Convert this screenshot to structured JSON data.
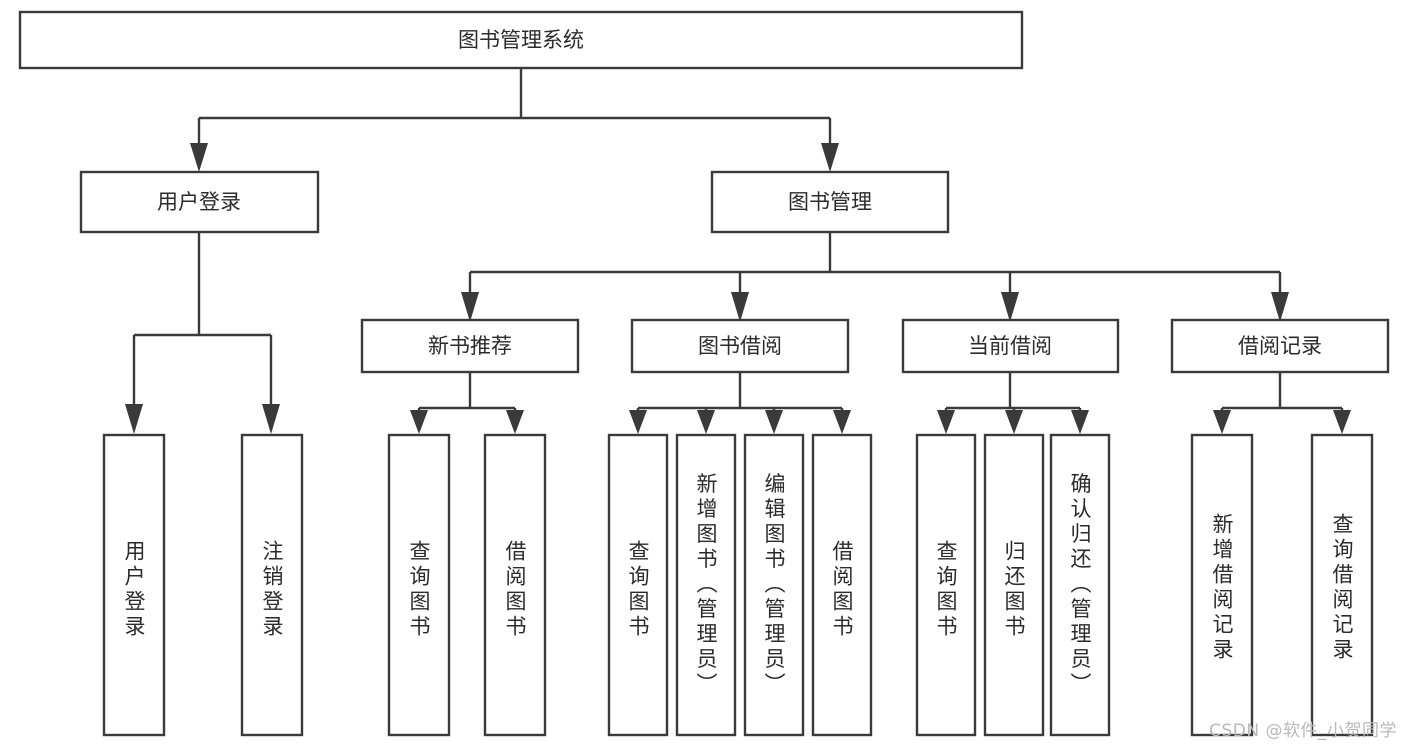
{
  "diagram": {
    "type": "tree-hierarchy",
    "title": "图书管理系统",
    "watermark": "CSDN @软件_小贺同学",
    "colors": {
      "background": "#ffffff",
      "stroke": "#3a3a3a",
      "box_fill": "#ffffff",
      "text": "#2b2b2b",
      "watermark": "#b9b9b9"
    },
    "root": {
      "label": "图书管理系统"
    },
    "level2": [
      {
        "label": "用户登录"
      },
      {
        "label": "图书管理"
      }
    ],
    "level3": [
      {
        "label": "新书推荐"
      },
      {
        "label": "图书借阅"
      },
      {
        "label": "当前借阅"
      },
      {
        "label": "借阅记录"
      }
    ],
    "leaves": {
      "user_login": [
        {
          "label": "用户登录"
        },
        {
          "label": "注销登录"
        }
      ],
      "new_book_recommend": [
        {
          "label": "查询图书"
        },
        {
          "label": "借阅图书"
        }
      ],
      "book_borrow": [
        {
          "label": "查询图书"
        },
        {
          "label": "新增图书（管理员）"
        },
        {
          "label": "编辑图书（管理员）"
        },
        {
          "label": "借阅图书"
        }
      ],
      "current_borrow": [
        {
          "label": "查询图书"
        },
        {
          "label": "归还图书"
        },
        {
          "label": "确认归还（管理员）"
        }
      ],
      "borrow_record": [
        {
          "label": "新增借阅记录"
        },
        {
          "label": "查询借阅记录"
        }
      ]
    }
  }
}
